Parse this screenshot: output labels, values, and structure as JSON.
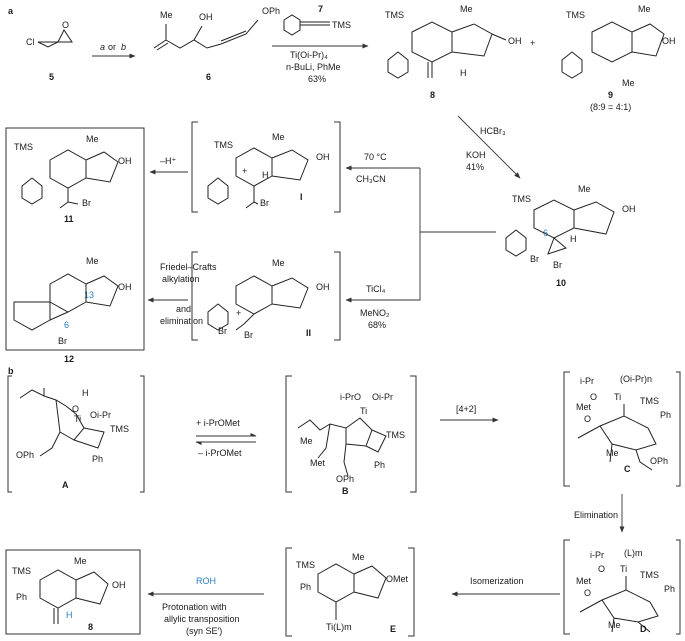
{
  "panels": {
    "a": "a",
    "b": "b"
  },
  "part_a": {
    "compounds": {
      "c5": "5",
      "c6": "6",
      "c7": "7",
      "c8": "8",
      "c9": "9",
      "c10": "10",
      "c11": "11",
      "c12": "12",
      "cI": "I",
      "cII": "II"
    },
    "atoms": {
      "cl": "Cl",
      "oh": "OH",
      "oph": "OPh",
      "me": "Me",
      "tms": "TMS",
      "br": "Br",
      "h": "H",
      "o": "O"
    },
    "arrow_5_6": {
      "a": "a",
      "or": "or",
      "b": "b"
    },
    "arrow_6_8": {
      "line1": "Ti(Oi-Pr)₄",
      "line2": "n-BuLi, PhMe",
      "yield": "63%"
    },
    "ratio": "(8:9 = 4:1)",
    "arrow_8_10": {
      "reagent1": "HCBr₃",
      "reagent2": "KOH",
      "yield": "41%"
    },
    "arrow_10_I": {
      "temp": "70 °C",
      "solvent": "CH₃CN"
    },
    "arrow_10_II": {
      "reagent": "TiCl₄",
      "solvent": "MeNO₂",
      "yield": "68%"
    },
    "arrow_I_11": "–H⁺",
    "arrow_II_12": {
      "line1": "Friedel–Crafts",
      "line2": "alkylation",
      "line3": "and",
      "line4": "elimination"
    },
    "position_labels": {
      "six": "6",
      "thirteen": "13"
    },
    "charge": "+"
  },
  "part_b": {
    "compounds": {
      "A": "A",
      "B": "B",
      "C": "C",
      "D": "D",
      "E": "E",
      "eight": "8"
    },
    "arrow_A_B": {
      "forward": "+ i-PrOMet",
      "reverse": "– i-PrOMet"
    },
    "arrow_B_C": "[4+2]",
    "arrow_C_D": "Elimination",
    "arrow_D_E": "Isomerization",
    "arrow_E_8": {
      "reagent": "ROH",
      "line1": "Protonation with",
      "line2": "allylic transposition",
      "line3": "(syn SE′)"
    },
    "labels": {
      "oipr": "Oi-Pr",
      "ipro": "i-PrO",
      "ipr": "i-Pr",
      "ti": "Ti",
      "tms": "TMS",
      "ph": "Ph",
      "met": "Met",
      "ophe": "OPh",
      "ome": "OMet",
      "me": "Me",
      "oipr_n": "(Oi-Pr)n",
      "l_m": "(L)m",
      "til_m": "Ti(L)m",
      "o": "O",
      "h": "H",
      "oh": "OH"
    }
  },
  "colors": {
    "blue": "#2a7fc1",
    "ink": "#1a1a1a"
  }
}
